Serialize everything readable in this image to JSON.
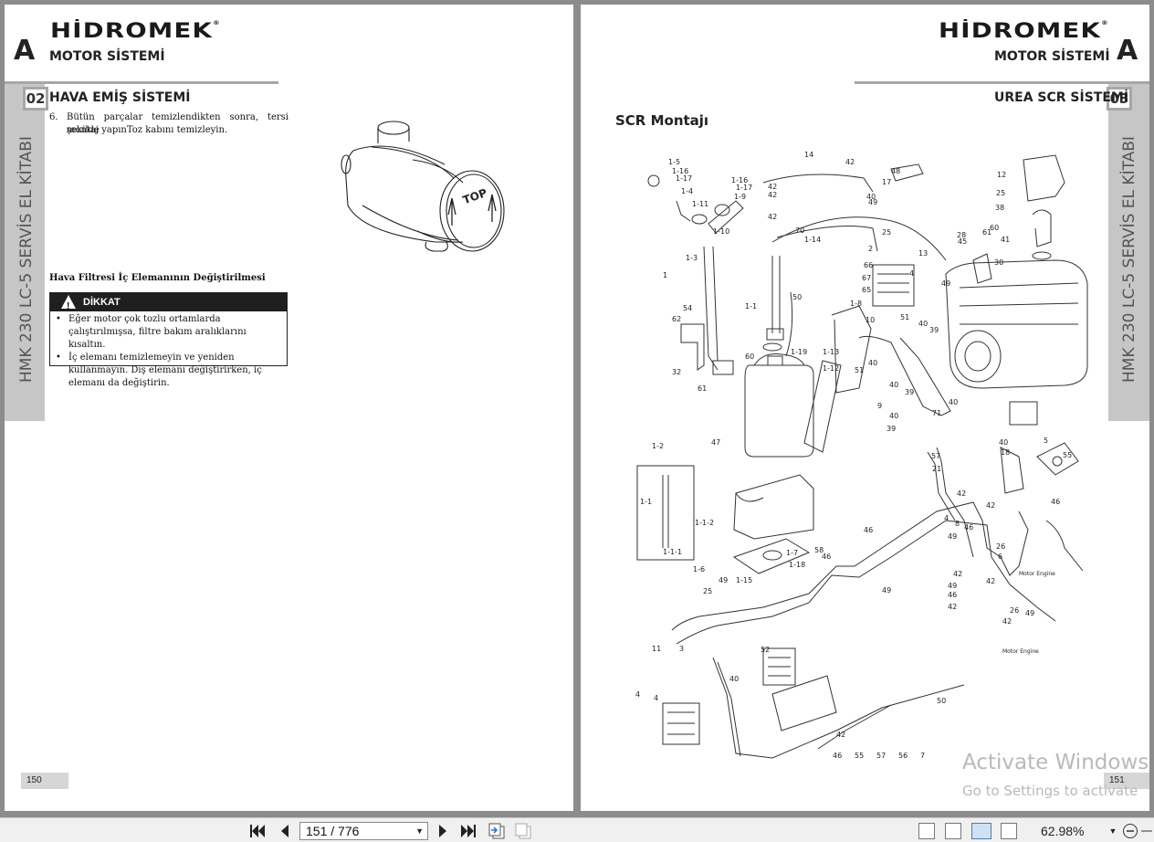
{
  "left_page": {
    "brand": "HİDROMEK",
    "chapter_letter": "A",
    "chapter_title": "MOTOR SİSTEMİ",
    "section_number": "02",
    "section_title": "HAVA EMİŞ SİSTEMİ",
    "vertical_title": "HMK 230 LC-5 SERVİS EL KİTABI",
    "step_number": "6.",
    "step_text_line1": "Bütün parçalar temizlendikten sonra, tersi şekilde",
    "step_text_line2": "montaj yapınToz kabını temizleyin.",
    "filter_label": "TOP",
    "subheading": "Hava Filtresi İç Elemanının Değiştirilmesi",
    "warning_title": "DİKKAT",
    "warning_items": [
      "Eğer motor çok tozlu ortamlarda çalıştırılmışsa, filtre bakım aralıklarını kısaltın.",
      "İç elemanı temizlemeyin ve yeniden kullanmayın. Dış elemanı değiştirirken, iç elemanı da değiştirin."
    ],
    "page_number": "150"
  },
  "right_page": {
    "brand": "HİDROMEK",
    "chapter_letter": "A",
    "chapter_title": "MOTOR SİSTEMİ",
    "section_number": "03",
    "section_title": "UREA SCR SİSTEMİ",
    "vertical_title": "HMK 230 LC-5 SERVİS EL KİTABI",
    "heading": "SCR Montajı",
    "page_number": "151",
    "callouts": [
      "1-5",
      "1-16",
      "1-17",
      "1-4",
      "1-11",
      "1-3",
      "1",
      "1-16",
      "1-17",
      "1-9",
      "1-10",
      "42",
      "42",
      "42",
      "14",
      "42",
      "48",
      "17",
      "40",
      "49",
      "70",
      "25",
      "13",
      "1-14",
      "2",
      "66",
      "67",
      "65",
      "50",
      "4",
      "1-1",
      "1-8",
      "54",
      "62",
      "32",
      "61",
      "60",
      "1-19",
      "1-13",
      "1-12",
      "10",
      "51",
      "40",
      "39",
      "51",
      "40",
      "40",
      "39",
      "9",
      "40",
      "39",
      "71",
      "40",
      "47",
      "1-2",
      "1-1",
      "1-1-1",
      "1-1-2",
      "1-6",
      "1-7",
      "1-18",
      "1-15",
      "58",
      "46",
      "49",
      "25",
      "46",
      "49",
      "11",
      "3",
      "4",
      "4",
      "52",
      "40",
      "50",
      "42",
      "12",
      "25",
      "38",
      "41",
      "30",
      "28",
      "45",
      "60",
      "61",
      "49",
      "40",
      "18",
      "5",
      "55",
      "57",
      "21",
      "42",
      "4",
      "8",
      "49",
      "46",
      "46",
      "42",
      "26",
      "42",
      "6",
      "42",
      "49",
      "46",
      "42",
      "26",
      "42",
      "49",
      "46",
      "55",
      "57",
      "56",
      "7"
    ],
    "motor_engine_labels": [
      "Motor Engine",
      "Motor Engine"
    ]
  },
  "watermark": {
    "line1": "Activate Windows",
    "line2": "Go to Settings to activate"
  },
  "toolbar": {
    "page_indicator": "151 / 776",
    "zoom": "62.98%"
  }
}
